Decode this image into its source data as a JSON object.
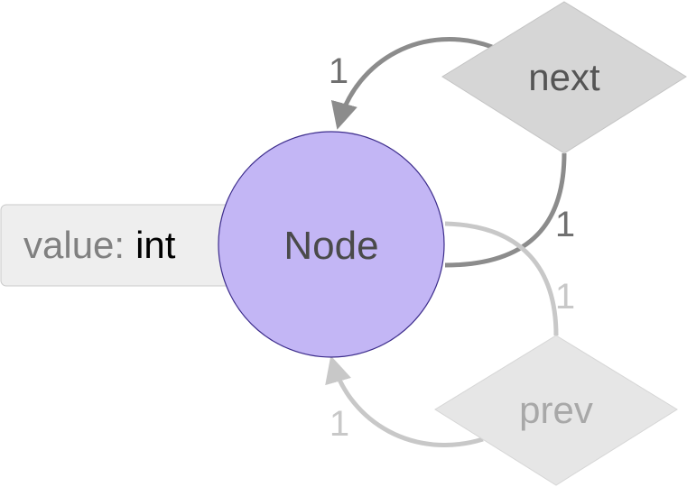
{
  "entity": {
    "name": "Node",
    "fill": "#c3b6f5",
    "stroke": "#3d2d8c"
  },
  "attribute": {
    "key": "value:",
    "type": "int"
  },
  "relationships": [
    {
      "name": "next",
      "source_cardinality": "1",
      "target_cardinality": "1",
      "color": "#8c8c8c",
      "diamond_fill": "#d6d6d6"
    },
    {
      "name": "prev",
      "source_cardinality": "1",
      "target_cardinality": "1",
      "color": "#c8c8c8",
      "diamond_fill": "#e6e6e6"
    }
  ]
}
